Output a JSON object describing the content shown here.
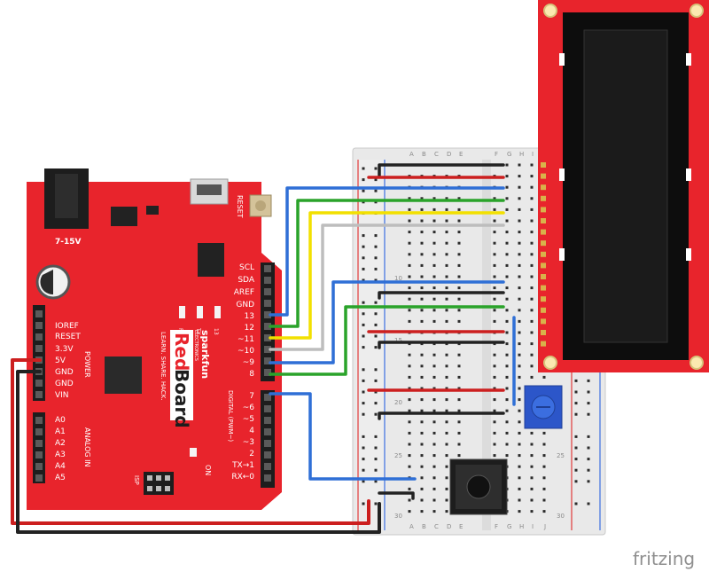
{
  "board": {
    "barrel_jack_label": "7-15V",
    "reset_label": "RESET",
    "power_header_labels": [
      "IOREF",
      "RESET",
      "3.3V",
      "5V",
      "GND",
      "GND",
      "VIN"
    ],
    "power_section_label": "POWER",
    "analog_header_labels": [
      "A0",
      "A1",
      "A2",
      "A3",
      "A4",
      "A5"
    ],
    "analog_section_label": "ANALOG IN",
    "digital_top_labels": [
      "SCL",
      "SDA",
      "AREF",
      "GND",
      "13",
      "12",
      "~11",
      "~10",
      "~9",
      "8"
    ],
    "digital_bottom_labels": [
      "7",
      "~6",
      "~5",
      "4",
      "~3",
      "2",
      "TX→1",
      "RX←0"
    ],
    "digital_section_label": "DIGITAL (PWM~)",
    "led_labels": [
      "RX",
      "TX",
      "13"
    ],
    "brand_label": "sparkfun",
    "brand_sub": "ELECTRONICS",
    "model_red": "Red",
    "model_board": "Board",
    "tagline": "LEARN. SHARE. HACK.",
    "isp_label": "ISP",
    "on_label": "ON"
  },
  "breadboard": {
    "column_letters_left": [
      "A",
      "B",
      "C",
      "D",
      "E"
    ],
    "column_letters_right": [
      "F",
      "G",
      "H",
      "I",
      "J"
    ],
    "row_numbers": [
      "10",
      "15",
      "20",
      "25",
      "30"
    ]
  },
  "footer": {
    "brand": "fritzing"
  },
  "colors": {
    "board_red": "#e8242c",
    "lcd_red": "#e8242c",
    "wire_red": "#cc1f1f",
    "wire_black": "#222222",
    "wire_blue": "#2f6fd6",
    "wire_green": "#2aa32a",
    "wire_yellow": "#f2e000",
    "wire_gray": "#bdbdbd",
    "pot_blue": "#2c56c9",
    "rail_red": "#e23a3a",
    "rail_blue": "#3a6fe0"
  }
}
